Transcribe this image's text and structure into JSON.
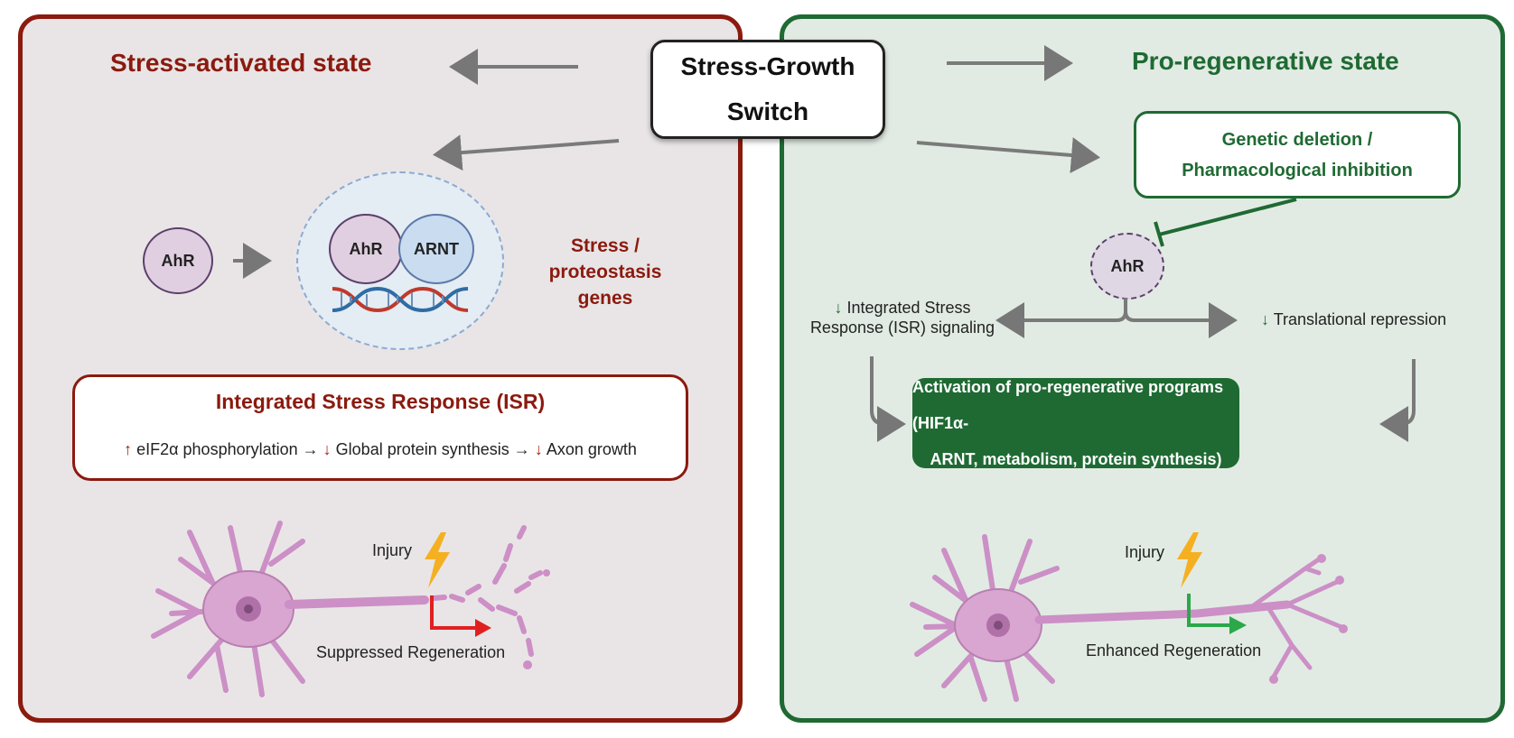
{
  "switch": {
    "line1": "Stress-Growth",
    "line2": "Switch"
  },
  "left": {
    "title": "Stress-activated state",
    "ahr_label": "AhR",
    "complex_ahr": "AhR",
    "complex_arnt": "ARNT",
    "genes_line1": "Stress /",
    "genes_line2": "proteostasis",
    "genes_line3": "genes",
    "isr": {
      "title": "Integrated Stress Response (ISR)",
      "arrow_up": "↑",
      "step1": "eIF2α phosphorylation",
      "sep1": "→",
      "arrow_down1": "↓",
      "step2": "Global protein synthesis",
      "sep2": "→",
      "arrow_down2": "↓",
      "step3": "Axon growth"
    },
    "injury_label": "Injury",
    "outcome_label": "Suppressed Regeneration"
  },
  "right": {
    "title": "Pro-regenerative state",
    "genetic_line1": "Genetic deletion /",
    "genetic_line2": "Pharmacological inhibition",
    "ahr_label": "AhR",
    "isr_arrow": "↓",
    "isr_line1": "Integrated Stress",
    "isr_line2": "Response (ISR) signaling",
    "trans_arrow": "↓",
    "trans_label": "Translational repression",
    "activation_line1": "Activation of pro-regenerative programs (HIF1α-",
    "activation_line2": "ARNT, metabolism, protein synthesis)",
    "injury_label": "Injury",
    "outcome_label": "Enhanced Regeneration"
  },
  "colors": {
    "stress_red": "#8b1a0f",
    "regen_green": "#1f6a33",
    "neuron_pink": "#cc8fc6",
    "lightning": "#f5b022"
  },
  "icons": [
    "lightning-icon",
    "dna-icon",
    "neuron-icon"
  ]
}
